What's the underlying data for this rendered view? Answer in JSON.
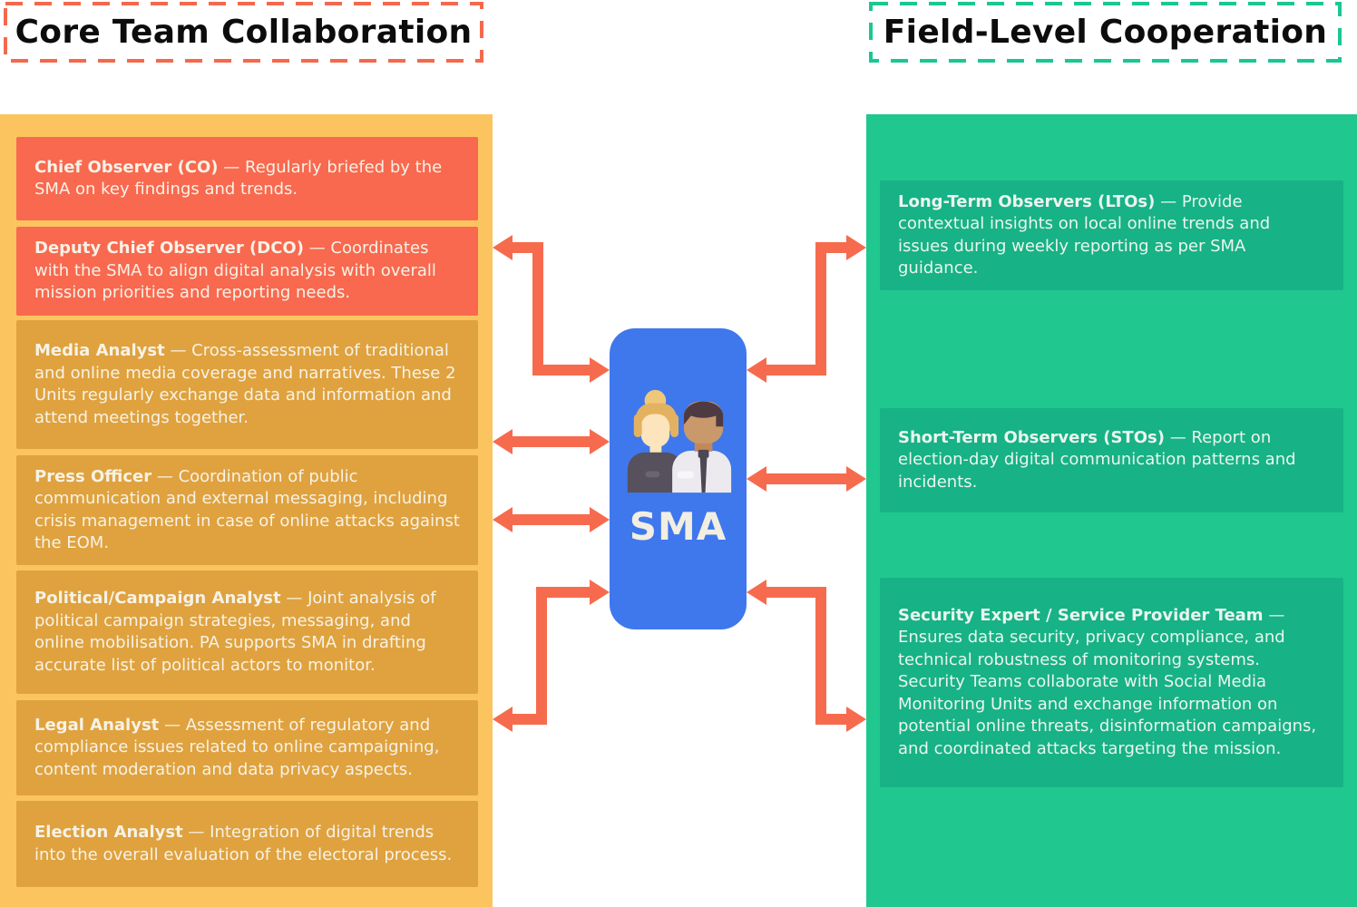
{
  "titles": {
    "left": "Core Team Collaboration",
    "right": "Field-Level Cooperation"
  },
  "center": {
    "label": "SMA",
    "icon": "two-people-icon"
  },
  "left_boxes": [
    {
      "role": "Chief Observer (CO)",
      "desc": "— Regularly briefed by the SMA on key findings and trends.",
      "highlighted": true
    },
    {
      "role": "Deputy Chief Observer (DCO)",
      "desc": "— Coordinates with the SMA to align digital analysis with overall mission priorities and reporting needs.",
      "highlighted": true
    },
    {
      "role": "Media Analyst",
      "desc": "— Cross-assessment of traditional and online media coverage and narratives. These 2 Units regularly exchange data and information and attend meetings together.",
      "highlighted": false
    },
    {
      "role": "Press Officer",
      "desc": "— Coordination of public communication and external messaging, including crisis management in case of online attacks against the EOM.",
      "highlighted": false
    },
    {
      "role": "Political/Campaign Analyst",
      "desc": "— Joint analysis of political campaign strategies, messaging, and online mobilisation. PA supports SMA in drafting accurate list of political actors to monitor.",
      "highlighted": false
    },
    {
      "role": "Legal Analyst",
      "desc": "— Assessment of regulatory and compliance issues related to online campaigning, content moderation and data privacy aspects.",
      "highlighted": false
    },
    {
      "role": "Election Analyst",
      "desc": "— Integration of digital trends into the overall evaluation of the electoral process.",
      "highlighted": false
    }
  ],
  "right_boxes": [
    {
      "role": "Long-Term Observers (LTOs)",
      "desc": "— Provide contextual insights on local online trends and issues during weekly reporting as per SMA guidance."
    },
    {
      "role": "Short-Term Observers (STOs)",
      "desc": "— Report on election-day digital communication patterns and incidents."
    },
    {
      "role": "Security Expert / Service Provider Team",
      "desc": "— Ensures data security, privacy compliance, and technical robustness of monitoring systems. Security Teams collaborate with Social Media Monitoring Units and exchange information on potential online threats, disinformation campaigns, and coordinated attacks targeting the mission."
    }
  ],
  "colors": {
    "left_panel": "#FBC45F",
    "highlight_box": "#F8694F",
    "left_box": "#DFA23E",
    "right_panel": "#20C78F",
    "right_box": "#17B285",
    "center_box": "#3F78EC",
    "arrow": "#F66B4E",
    "left_title_border": "#F4694D",
    "right_title_border": "#1BC792"
  }
}
